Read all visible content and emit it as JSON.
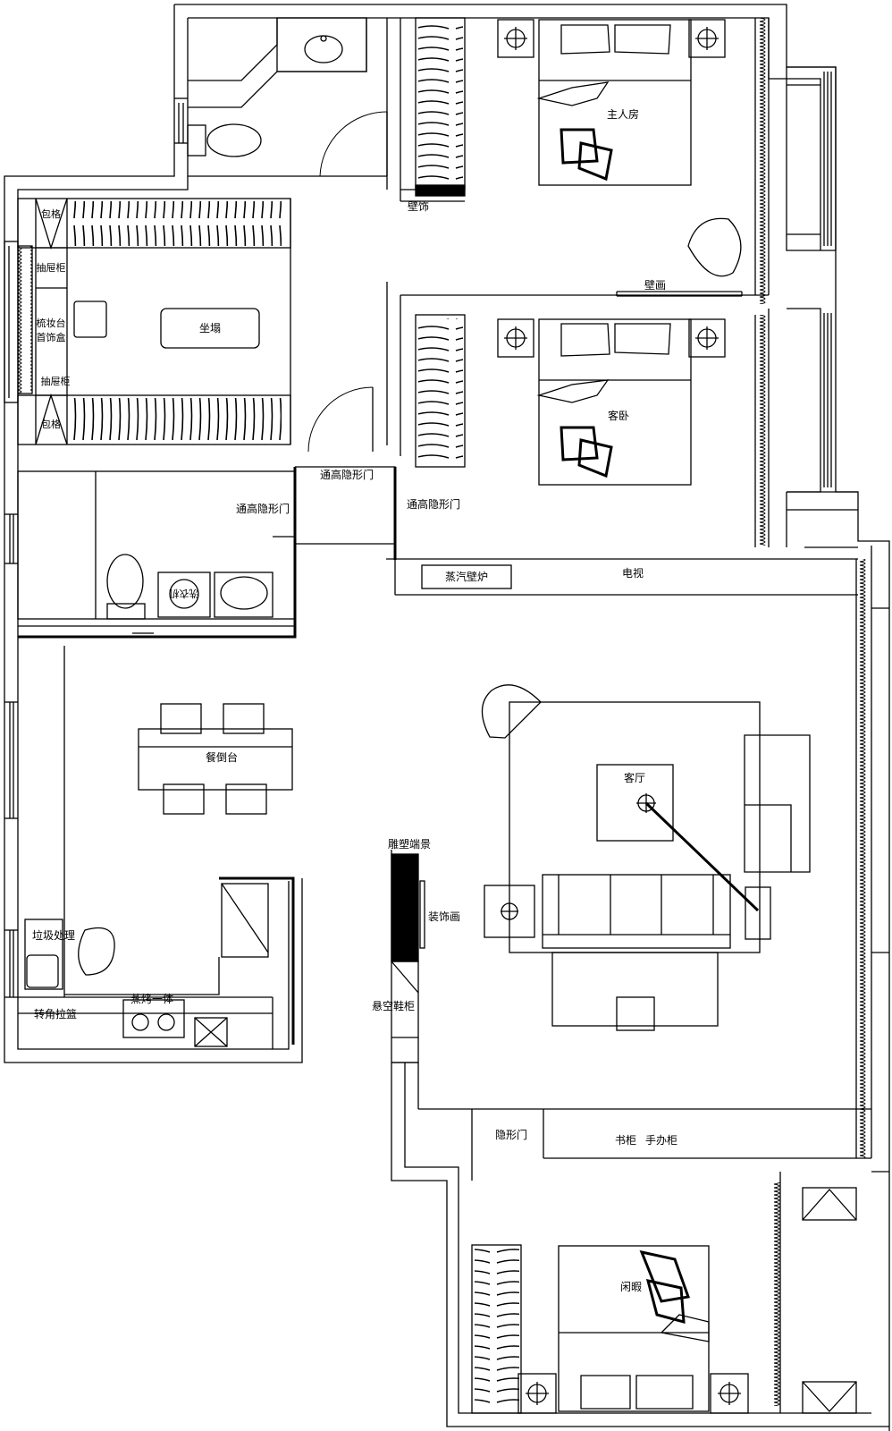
{
  "labels": {
    "wall_decor": "壁饰",
    "master_bedroom": "主人房",
    "wall_painting": "壁画",
    "guest_bedroom": "客卧",
    "package_grid_top": "包格",
    "drawer_cabinet_top": "抽屉柜",
    "vanity": "梳妆台",
    "jewelry_box": "首饰盒",
    "drawer_cabinet_bottom": "抽屉柜",
    "package_grid_bottom": "包格",
    "couch": "坐塌",
    "hidden_door_1": "通高隐形门",
    "hidden_door_2": "通高隐形门",
    "hidden_door_3": "通高隐形门",
    "steam_fireplace": "蒸汽壁炉",
    "tv": "电视",
    "washer": "洗衣机",
    "dining_bar": "餐倒台",
    "living_room": "客厅",
    "sculpture": "雕塑端景",
    "decor_painting": "装饰画",
    "floating_shoe_cabinet": "悬空鞋柜",
    "garbage_disposal": "垃圾处理",
    "corner_basket": "转角拉篮",
    "steam_oven": "蒸烤一体",
    "invisible_door": "隐形门",
    "bookcase": "书柜",
    "figure_cabinet": "手办柜",
    "leisure_room": "闲暇"
  }
}
